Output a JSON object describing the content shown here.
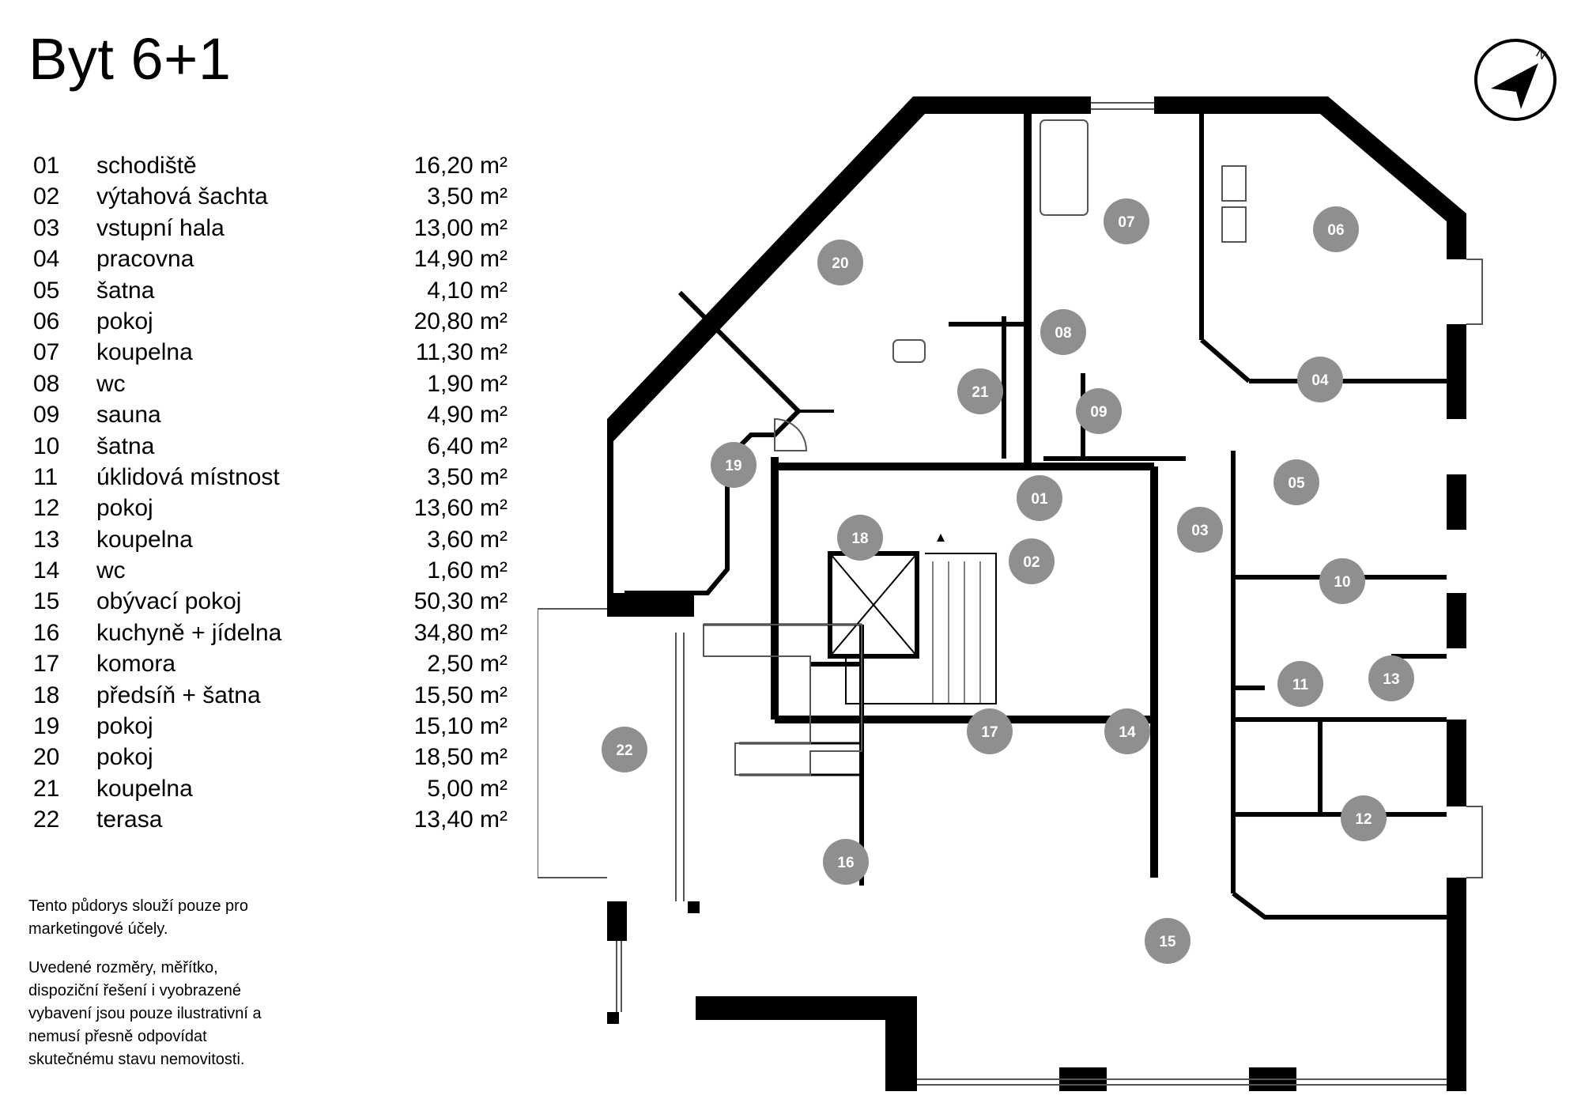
{
  "title": "Byt 6+1",
  "rooms": [
    {
      "num": "01",
      "name": "schodiště",
      "area": "16,20 m²"
    },
    {
      "num": "02",
      "name": "výtahová šachta",
      "area": "3,50 m²"
    },
    {
      "num": "03",
      "name": "vstupní hala",
      "area": "13,00 m²"
    },
    {
      "num": "04",
      "name": "pracovna",
      "area": "14,90 m²"
    },
    {
      "num": "05",
      "name": "šatna",
      "area": "4,10 m²"
    },
    {
      "num": "06",
      "name": "pokoj",
      "area": "20,80 m²"
    },
    {
      "num": "07",
      "name": "koupelna",
      "area": "11,30 m²"
    },
    {
      "num": "08",
      "name": "wc",
      "area": "1,90 m²"
    },
    {
      "num": "09",
      "name": "sauna",
      "area": "4,90 m²"
    },
    {
      "num": "10",
      "name": "šatna",
      "area": "6,40 m²"
    },
    {
      "num": "11",
      "name": "úklidová místnost",
      "area": "3,50 m²"
    },
    {
      "num": "12",
      "name": "pokoj",
      "area": "13,60 m²"
    },
    {
      "num": "13",
      "name": "koupelna",
      "area": "3,60 m²"
    },
    {
      "num": "14",
      "name": "wc",
      "area": "1,60 m²"
    },
    {
      "num": "15",
      "name": "obývací pokoj",
      "area": "50,30 m²"
    },
    {
      "num": "16",
      "name": "kuchyně + jídelna",
      "area": "34,80 m²"
    },
    {
      "num": "17",
      "name": "komora",
      "area": "2,50 m²"
    },
    {
      "num": "18",
      "name": "předsíň + šatna",
      "area": "15,50 m²"
    },
    {
      "num": "19",
      "name": "pokoj",
      "area": "15,10 m²"
    },
    {
      "num": "20",
      "name": "pokoj",
      "area": "18,50 m²"
    },
    {
      "num": "21",
      "name": "koupelna",
      "area": "5,00 m²"
    },
    {
      "num": "22",
      "name": "terasa",
      "area": "13,40 m²"
    }
  ],
  "disclaimer": [
    "Tento půdorys slouží pouze pro marketingové účely.",
    "Uvedené rozměry, měřítko, dispoziční řešení i vyobrazené vybavení jsou pouze ilustrativní a nemusí přesně odpovídat skutečnému stavu nemovitosti."
  ],
  "compass": {
    "label": "N",
    "icon": "north-arrow-icon"
  },
  "plan": {
    "markers": [
      "01",
      "02",
      "03",
      "04",
      "05",
      "06",
      "07",
      "08",
      "09",
      "10",
      "11",
      "12",
      "13",
      "14",
      "15",
      "16",
      "17",
      "18",
      "19",
      "20",
      "21",
      "22"
    ],
    "colors": {
      "wall": "#000000",
      "marker": "#8f8f8f",
      "marker_text": "#ffffff",
      "thin_line": "#555555"
    }
  }
}
